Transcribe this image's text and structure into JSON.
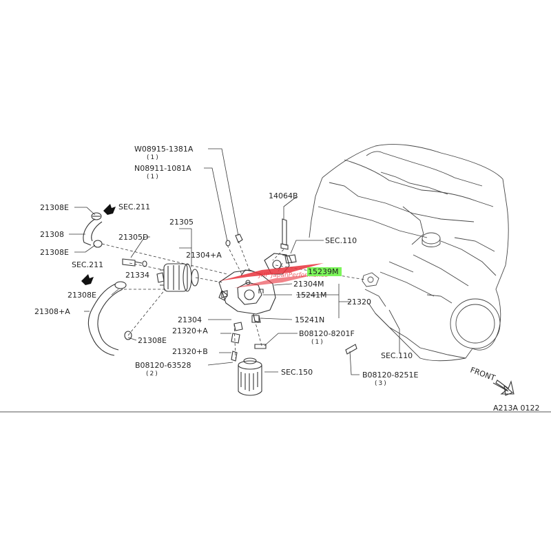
{
  "diagram": {
    "ref_code": "A213A 0122",
    "front_label": "FRONT",
    "watermark": "JHP JapanPerformance",
    "colors": {
      "highlight": "#7cf55a",
      "watermark": "#e8323c",
      "line": "#333333"
    },
    "labels": {
      "w08915": "W08915-1381A",
      "w08915_qty": "(1)",
      "n08911": "N08911-1081A",
      "n08911_qty": "(1)",
      "p14064b": "14064B",
      "sec110_top": "SEC.110",
      "p15239m": "15239M",
      "p21304m": "21304M",
      "p15241m": "15241M",
      "p21320": "21320",
      "p15241n": "15241N",
      "p21308e_a": "21308E",
      "sec211_a": "SEC.211",
      "p21308": "21308",
      "p21308e_b": "21308E",
      "p21305": "21305",
      "p21305d": "21305D",
      "p21304a": "21304+A",
      "sec211_b": "SEC.211",
      "p21334": "21334",
      "p21308e_c": "21308E",
      "p21308a": "21308+A",
      "p21304": "21304",
      "p21320a": "21320+A",
      "p21308e_d": "21308E",
      "p21320b": "21320+B",
      "b08120_6": "B08120-63528",
      "b08120_6_qty": "(2)",
      "sec150": "SEC.150",
      "b08120_8201": "B08120-8201F",
      "b08120_8201_qty": "(1)",
      "b08120_8251": "B08120-8251E",
      "b08120_8251_qty": "(3)",
      "sec110_bottom": "SEC.110"
    }
  }
}
